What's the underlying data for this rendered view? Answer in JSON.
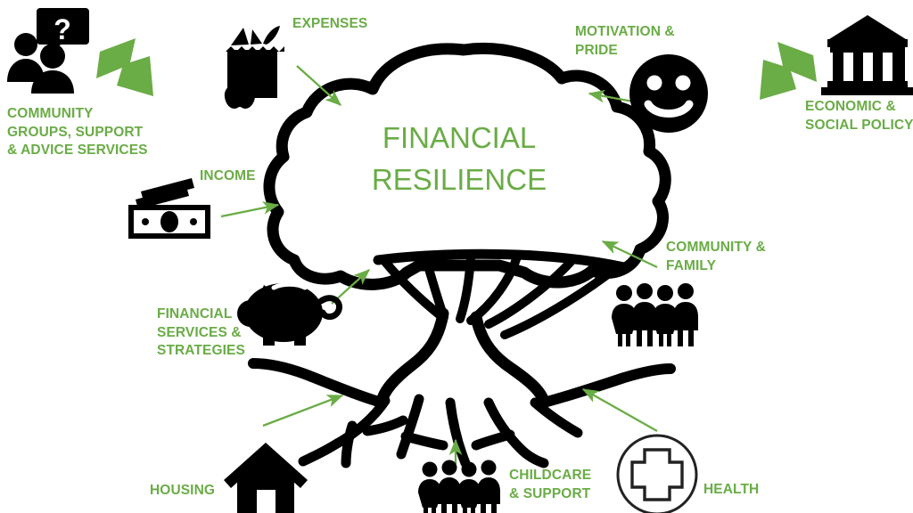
{
  "diagram": {
    "type": "concept-tree-infographic",
    "background_color": "#ffffff",
    "accent_green": "#6aac46",
    "icon_black": "#000000",
    "center": {
      "title": "FINANCIAL\nRESILIENCE",
      "shape": "tree-canopy-cloud"
    },
    "labels": [
      {
        "id": "community-groups",
        "text": "COMMUNITY\nGROUPS, SUPPORT\n& ADVICE SERVICES",
        "icon": "two-people-question-bubble-icon",
        "connector": "thick-green-arrow-down-right"
      },
      {
        "id": "expenses",
        "text": "EXPENSES",
        "icon": "grocery-bag-icon",
        "connector": "thin-green-arrow-down-right"
      },
      {
        "id": "motivation-pride",
        "text": "MOTIVATION &\nPRIDE",
        "icon": "smiley-face-icon",
        "connector": "thin-green-arrow-left"
      },
      {
        "id": "economic-social-policy",
        "text": "ECONOMIC &\nSOCIAL POLICY",
        "icon": "bank-building-icon",
        "connector": "thick-green-arrow-down-left"
      },
      {
        "id": "income",
        "text": "INCOME",
        "icon": "banknotes-icon",
        "connector": "thin-green-arrow-right"
      },
      {
        "id": "financial-services",
        "text": "FINANCIAL\nSERVICES &\nSTRATEGIES",
        "icon": "piggy-bank-icon",
        "connector": "thin-green-arrow-up-right"
      },
      {
        "id": "community-family",
        "text": "COMMUNITY &\nFAMILY",
        "icon": "four-people-group-icon",
        "connector": "thin-green-arrow-up-left"
      },
      {
        "id": "housing",
        "text": "HOUSING",
        "icon": "house-icon",
        "connector": "thin-green-arrow-up-right"
      },
      {
        "id": "childcare-support",
        "text": "CHILDCARE\n& SUPPORT",
        "icon": "four-people-group-icon",
        "connector": "thin-green-arrow-up"
      },
      {
        "id": "health",
        "text": "HEALTH",
        "icon": "medical-cross-circle-icon",
        "connector": "thin-green-arrow-up-left"
      }
    ]
  }
}
